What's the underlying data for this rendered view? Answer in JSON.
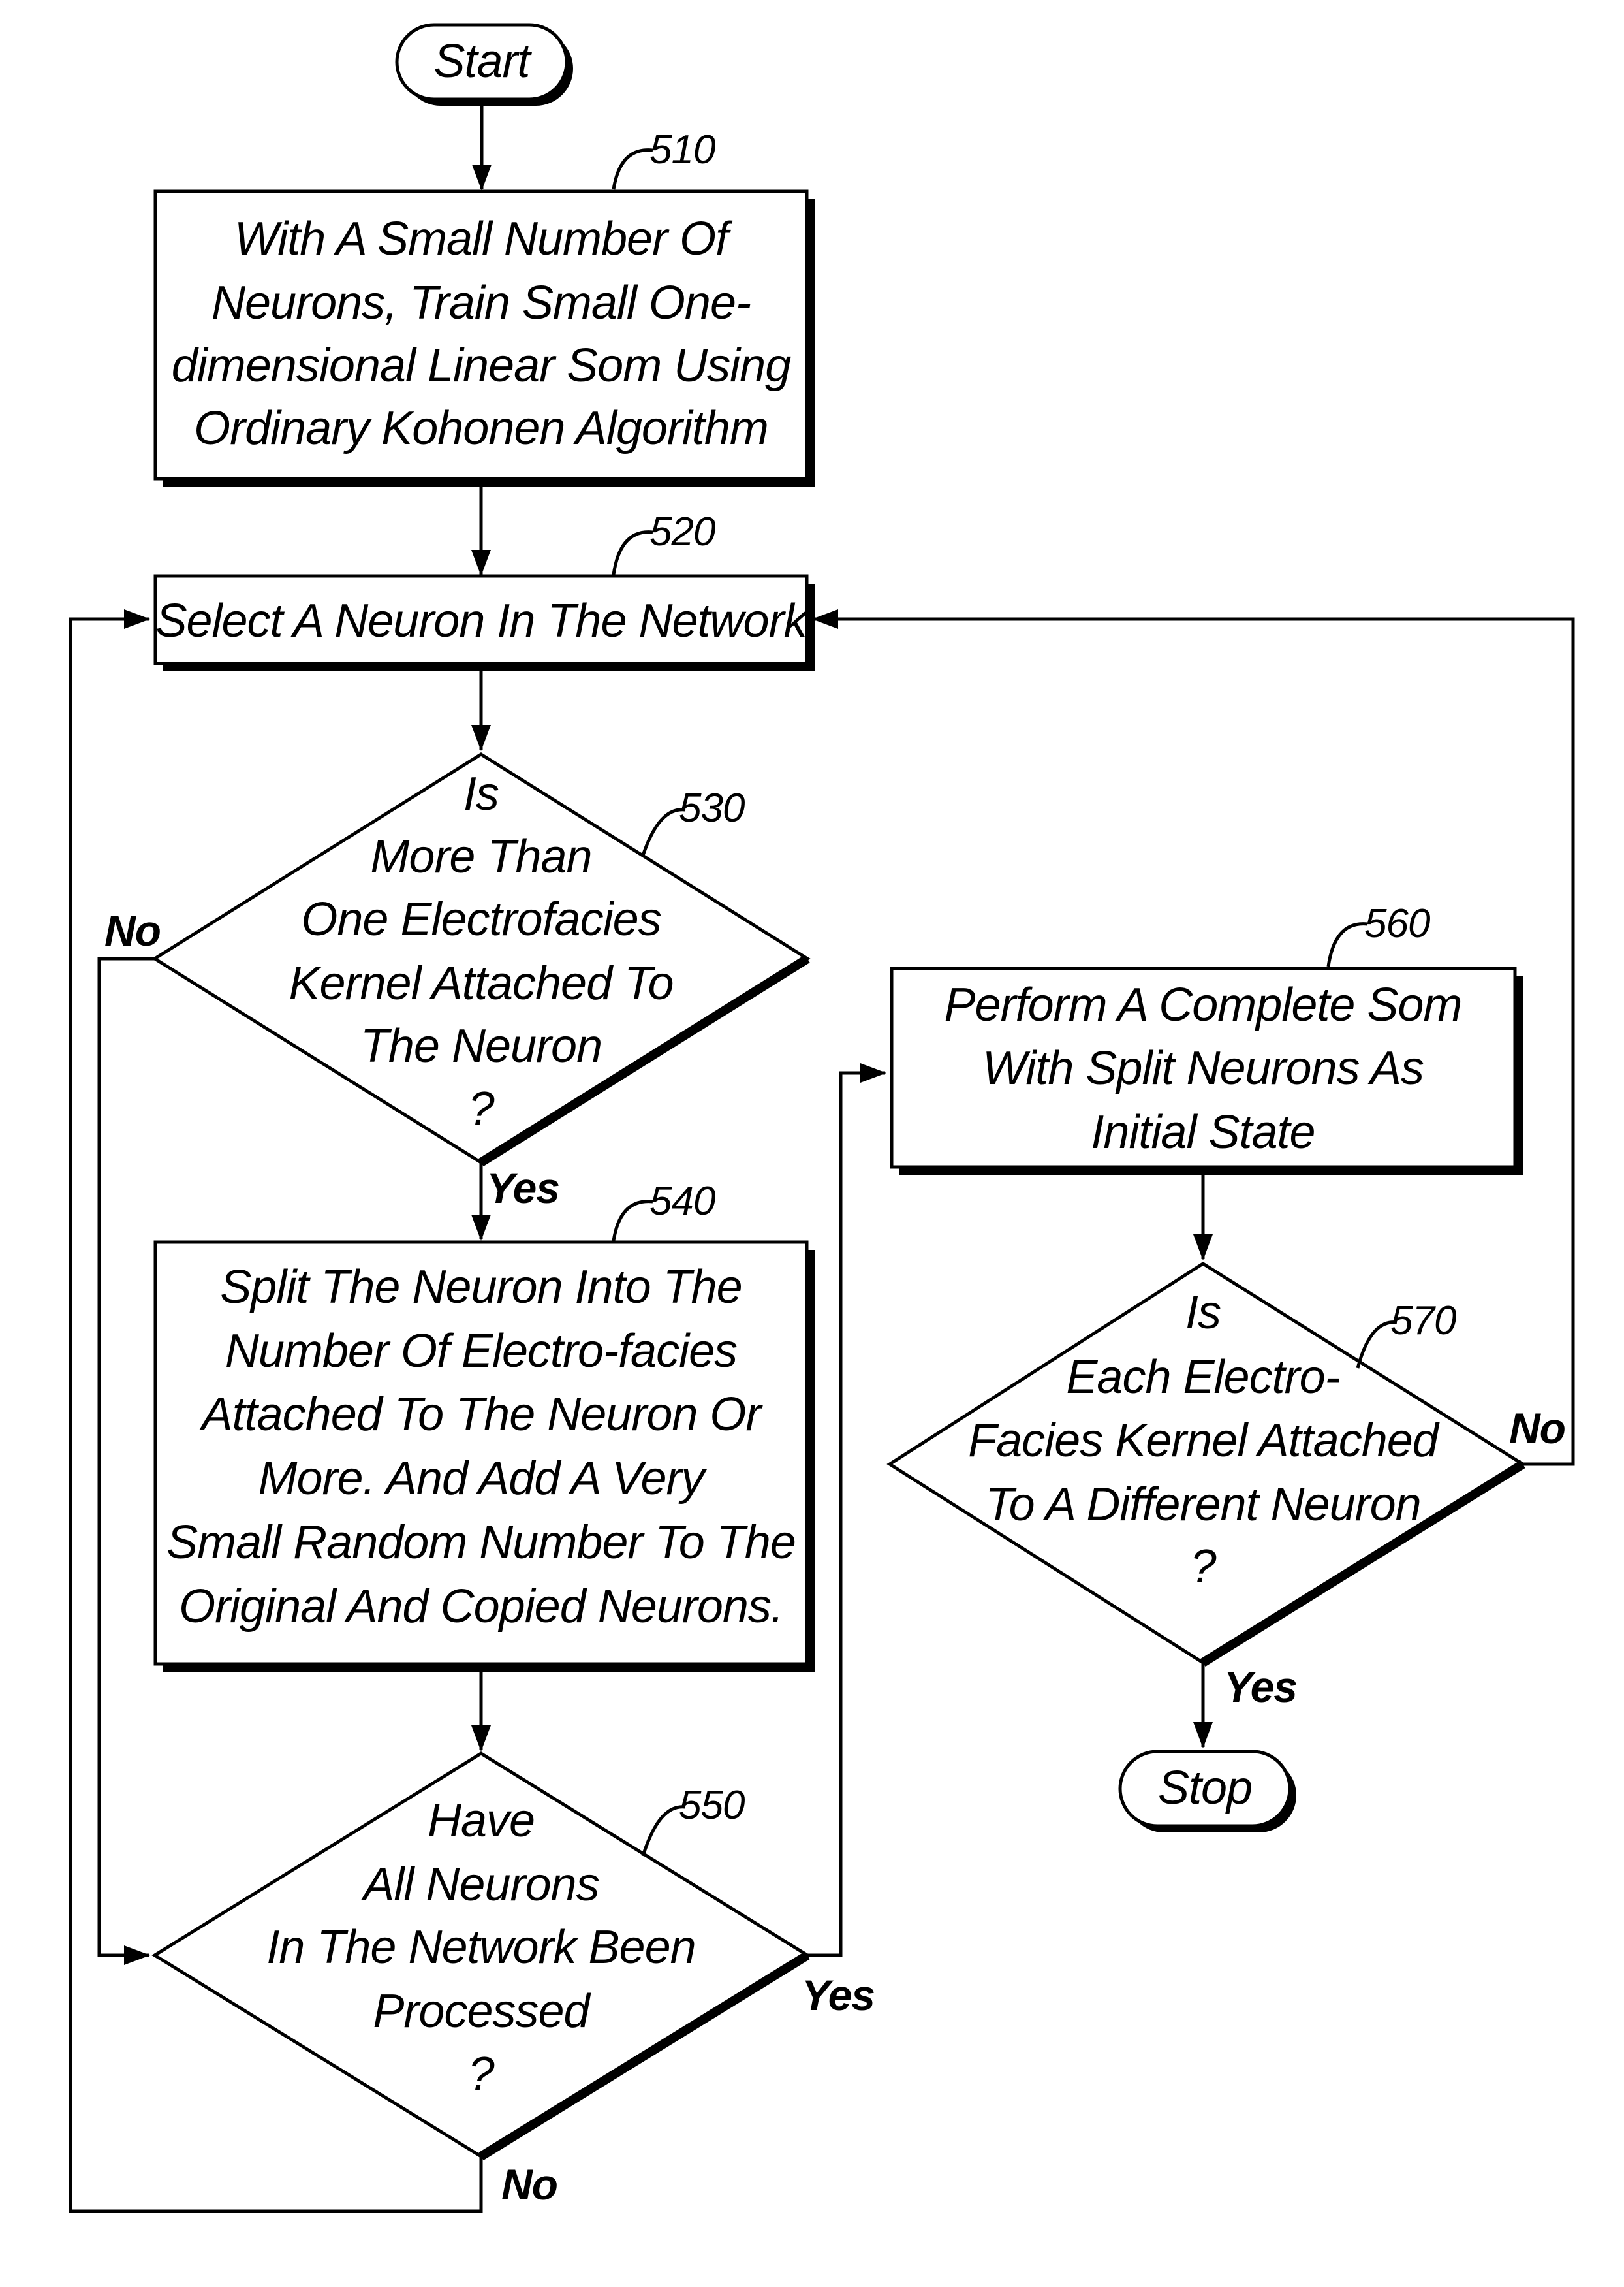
{
  "terminals": {
    "start": "Start",
    "stop": "Stop"
  },
  "steps": {
    "s510": {
      "ref": "510",
      "lines": [
        "With A Small Number Of",
        "Neurons, Train Small One-",
        "dimensional Linear Som Using",
        "Ordinary Kohonen Algorithm"
      ]
    },
    "s520": {
      "ref": "520",
      "lines": [
        "Select A Neuron In The Network"
      ]
    },
    "s530": {
      "ref": "530",
      "lines": [
        "Is",
        "More Than",
        "One Electrofacies",
        "Kernel Attached To",
        "The Neuron",
        "?"
      ]
    },
    "s540": {
      "ref": "540",
      "lines": [
        "Split The Neuron Into The",
        "Number Of Electro-facies",
        "Attached To The Neuron Or",
        "More. And Add A Very",
        "Small Random Number To The",
        "Original And Copied Neurons."
      ]
    },
    "s550": {
      "ref": "550",
      "lines": [
        "Have",
        "All Neurons",
        "In The Network Been",
        "Processed",
        "?"
      ]
    },
    "s560": {
      "ref": "560",
      "lines": [
        "Perform A Complete Som",
        "With Split Neurons As",
        "Initial State"
      ]
    },
    "s570": {
      "ref": "570",
      "lines": [
        "Is",
        "Each Electro-",
        "Facies Kernel Attached",
        "To A Different Neuron",
        "?"
      ]
    }
  },
  "branches": {
    "b530_no": "No",
    "b530_yes": "Yes",
    "b550_yes": "Yes",
    "b550_no": "No",
    "b570_no": "No",
    "b570_yes": "Yes"
  }
}
